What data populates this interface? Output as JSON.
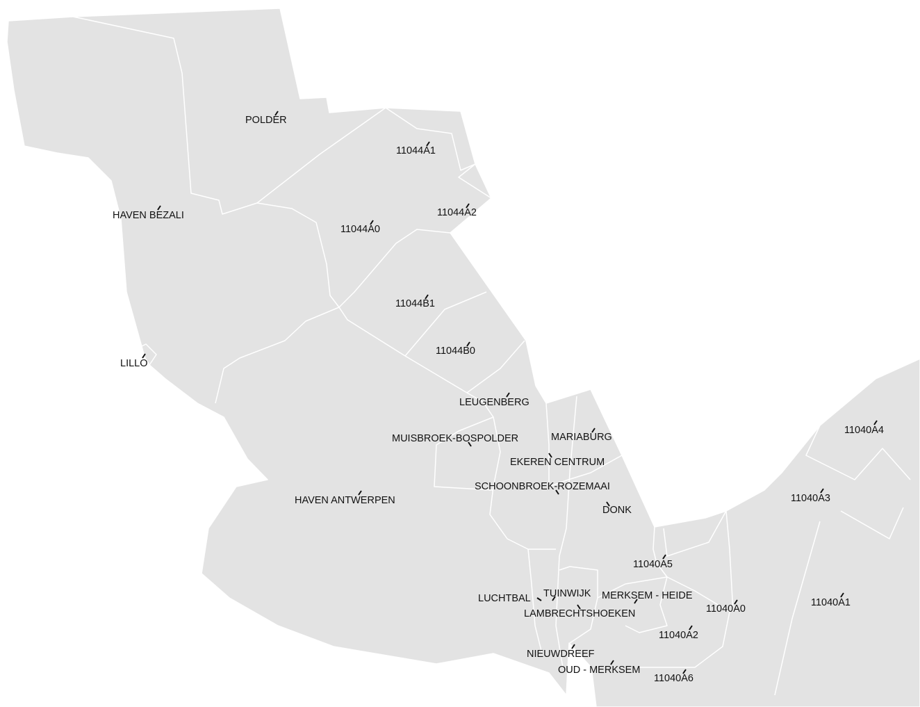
{
  "map": {
    "land_color": "#e3e3e3",
    "border_color": "#ffffff",
    "background": "#ffffff",
    "districts": [
      {
        "id": "polder",
        "label": "POLDER"
      },
      {
        "id": "haven-bezali",
        "label": "HAVEN BEZALI"
      },
      {
        "id": "11044a1",
        "label": "11044A1"
      },
      {
        "id": "11044a2",
        "label": "11044A2"
      },
      {
        "id": "11044a0",
        "label": "11044A0"
      },
      {
        "id": "11044b1",
        "label": "11044B1"
      },
      {
        "id": "11044b0",
        "label": "11044B0"
      },
      {
        "id": "lillo",
        "label": "LILLO"
      },
      {
        "id": "leugenberg",
        "label": "LEUGENBERG"
      },
      {
        "id": "muisbroek-bospolder",
        "label": "MUISBROEK-BOSPOLDER"
      },
      {
        "id": "mariaburg",
        "label": "MARIABURG"
      },
      {
        "id": "ekeren-centrum",
        "label": "EKEREN CENTRUM"
      },
      {
        "id": "schoonbroek-rozemaai",
        "label": "SCHOONBROEK-ROZEMAAI"
      },
      {
        "id": "haven-antwerpen",
        "label": "HAVEN ANTWERPEN"
      },
      {
        "id": "donk",
        "label": "DONK"
      },
      {
        "id": "11040a4",
        "label": "11040A4"
      },
      {
        "id": "11040a3",
        "label": "11040A3"
      },
      {
        "id": "11040a5",
        "label": "11040A5"
      },
      {
        "id": "luchtbal",
        "label": "LUCHTBAL"
      },
      {
        "id": "tuinwijk",
        "label": "TUINWIJK"
      },
      {
        "id": "merksem-heide",
        "label": "MERKSEM - HEIDE"
      },
      {
        "id": "lambrechtshoeken",
        "label": "LAMBRECHTSHOEKEN"
      },
      {
        "id": "11040a0",
        "label": "11040A0"
      },
      {
        "id": "11040a1",
        "label": "11040A1"
      },
      {
        "id": "11040a2",
        "label": "11040A2"
      },
      {
        "id": "nieuwdreef",
        "label": "NIEUWDREEF"
      },
      {
        "id": "oud-merksem",
        "label": "OUD - MERKSEM"
      },
      {
        "id": "11040a6",
        "label": "11040A6"
      }
    ]
  }
}
